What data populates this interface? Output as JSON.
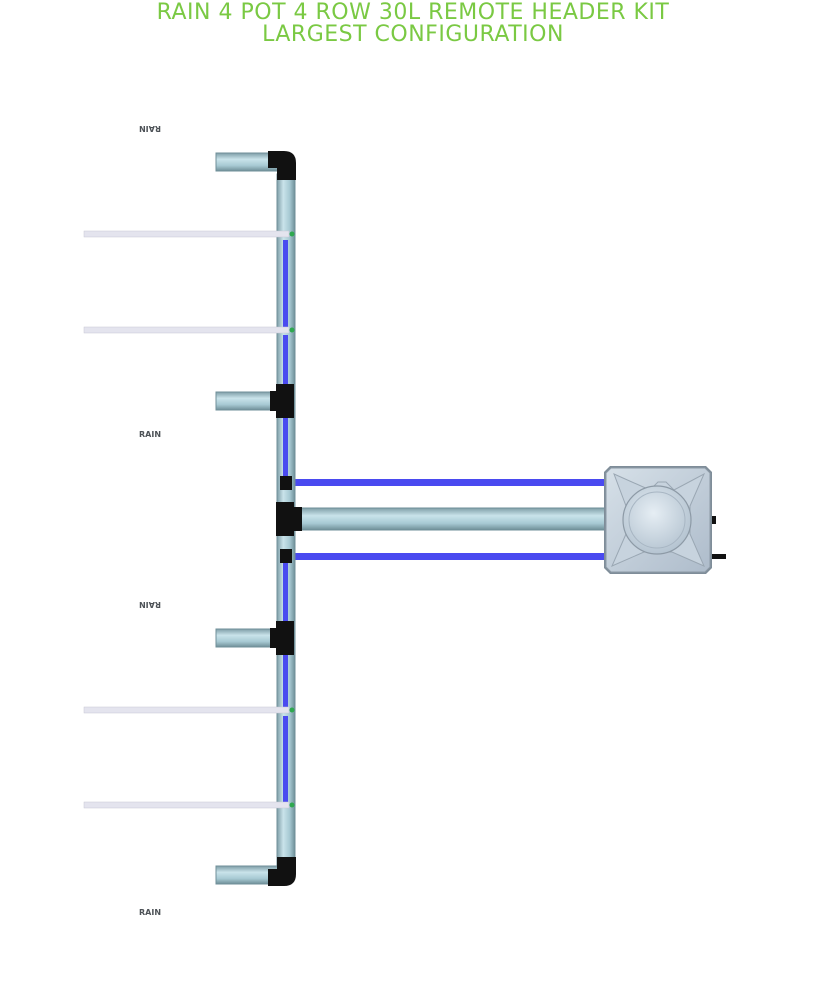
{
  "header": {
    "title_line1": "RAIN 4 POT 4 ROW 30L REMOTE HEADER KIT",
    "title_line2": "LARGEST CONFIGURATION",
    "title_color": "#7ac943"
  },
  "pots": [
    {
      "label": "RAIN",
      "label_orientation": "inverted"
    },
    {
      "label": "RAIN",
      "label_orientation": "upright"
    },
    {
      "label": "RAIN",
      "label_orientation": "inverted"
    },
    {
      "label": "RAIN",
      "label_orientation": "upright"
    }
  ],
  "colors": {
    "pipe": "#a9ccd6",
    "pipe_outline": "#6f8f98",
    "tube": "#4a4af0",
    "fitting": "#111111",
    "pot_frame": "#b8c6d2",
    "pot_inner": "#cbd7e1",
    "drain_line": "#e4e4ee",
    "accent_green": "#2fa84f"
  },
  "icons": {
    "pot": "grow-pot-icon",
    "header_tank": "header-tank-icon",
    "elbow": "elbow-fitting-icon",
    "tee": "tee-fitting-icon"
  }
}
